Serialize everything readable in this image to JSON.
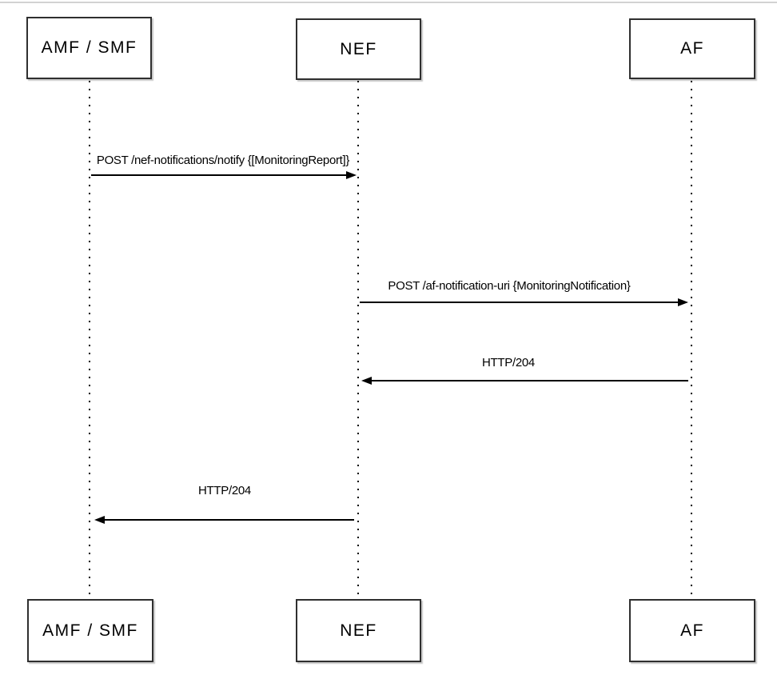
{
  "diagram": {
    "type": "sequence-diagram",
    "actors": [
      {
        "id": "amf_smf",
        "label": "AMF / SMF"
      },
      {
        "id": "nef",
        "label": "NEF"
      },
      {
        "id": "af",
        "label": "AF"
      }
    ],
    "messages": [
      {
        "from": "amf_smf",
        "to": "nef",
        "direction": "right",
        "label": "POST /nef-notifications/notify {[MonitoringReport]}"
      },
      {
        "from": "nef",
        "to": "af",
        "direction": "right",
        "label": "POST /af-notification-uri {MonitoringNotification}"
      },
      {
        "from": "af",
        "to": "nef",
        "direction": "left",
        "label": "HTTP/204"
      },
      {
        "from": "nef",
        "to": "amf_smf",
        "direction": "left",
        "label": "HTTP/204"
      }
    ],
    "colors": {
      "background": "#ffffff",
      "line": "#000000",
      "box_border": "#2f2f2f",
      "box_fill": "#ffffff",
      "top_rule": "#d2d2d2"
    }
  }
}
